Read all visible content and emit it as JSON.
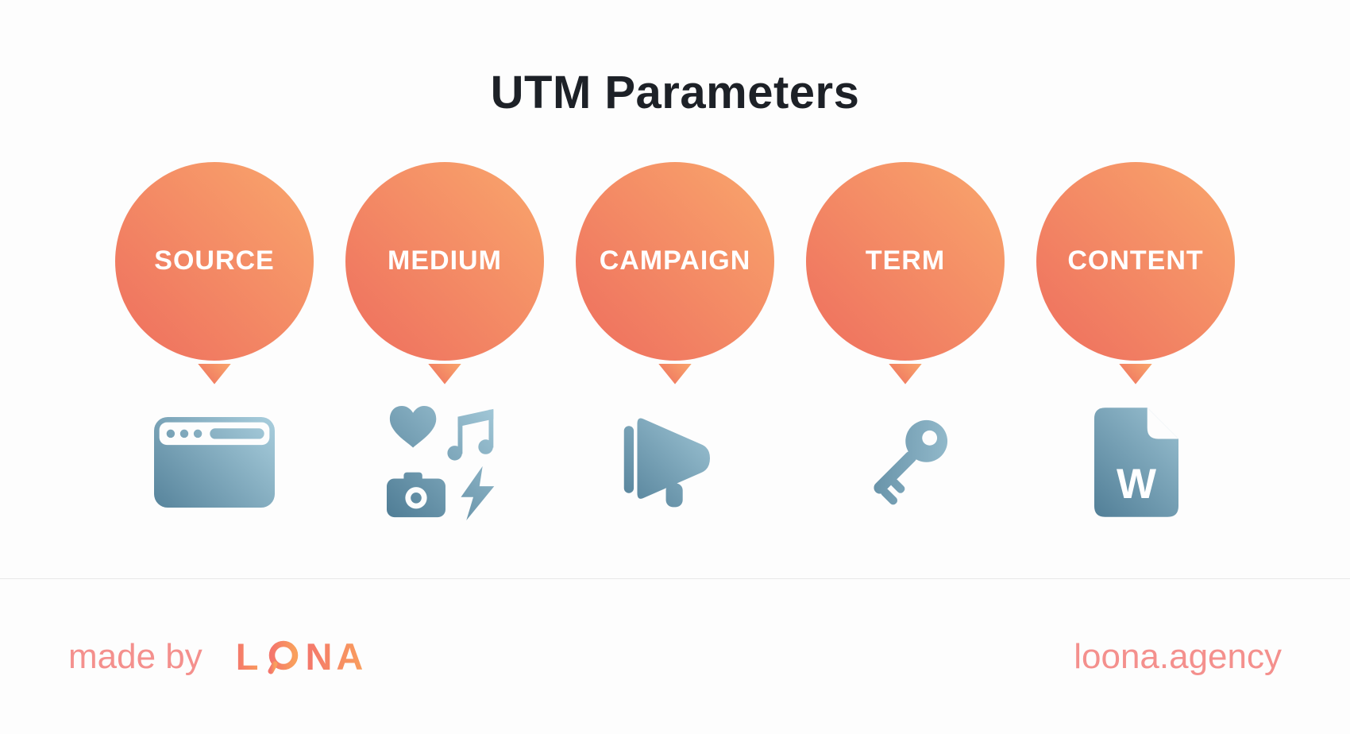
{
  "title": "UTM Parameters",
  "parameters": [
    {
      "label": "SOURCE",
      "icon": "browser-window-icon"
    },
    {
      "label": "MEDIUM",
      "icon": "media-heart-music-camera-bolt-icon"
    },
    {
      "label": "CAMPAIGN",
      "icon": "megaphone-icon"
    },
    {
      "label": "TERM",
      "icon": "key-icon"
    },
    {
      "label": "CONTENT",
      "icon": "word-document-icon",
      "letter": "W"
    }
  ],
  "footer": {
    "made_by": "made by",
    "brand_prefix": "L",
    "brand_suffix": "NA",
    "site": "loona.agency"
  },
  "colors": {
    "background": "#fdfdfd",
    "title_color": "#1d2127",
    "circle_gradient_start": "#ee6e5e",
    "circle_gradient_end": "#f9a66c",
    "icon_gradient_dark": "#4b7992",
    "icon_gradient_light": "#a9cedd",
    "footer_pink": "#f4908d",
    "logo_gradient_start": "#f4766c",
    "logo_gradient_end": "#f9a05c",
    "divider": "#e9e9e9"
  }
}
